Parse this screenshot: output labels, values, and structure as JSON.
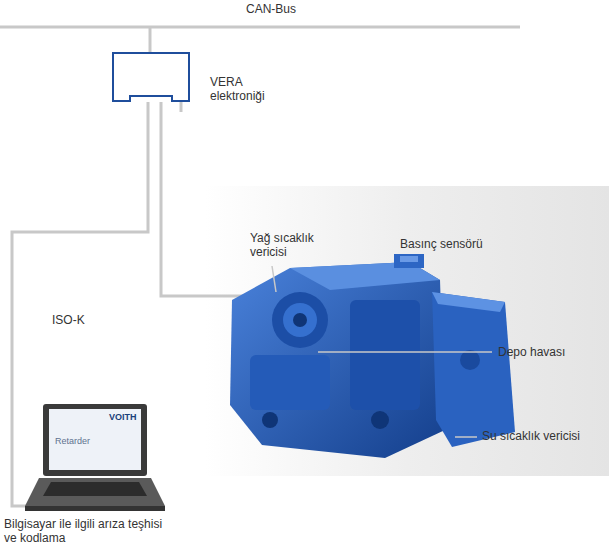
{
  "diagram": {
    "nodes": [
      {
        "text": [
          "VERA elektroniği"
        ]
      },
      {
        "text": [
          "VOITH",
          "Retarder"
        ]
      }
    ],
    "edges": [
      {
        "from": 0,
        "to": 1,
        "arrow": "none",
        "label": "ISO-K"
      }
    ],
    "labels": [
      "CAN-Bus",
      "Yağ sıcaklık vericisi",
      "Basınç sensörü",
      "Depo havası",
      "Su sıcaklık vericisi",
      "Bilgisayar ile ilgili arıza teşhisi ve kodlama"
    ]
  }
}
